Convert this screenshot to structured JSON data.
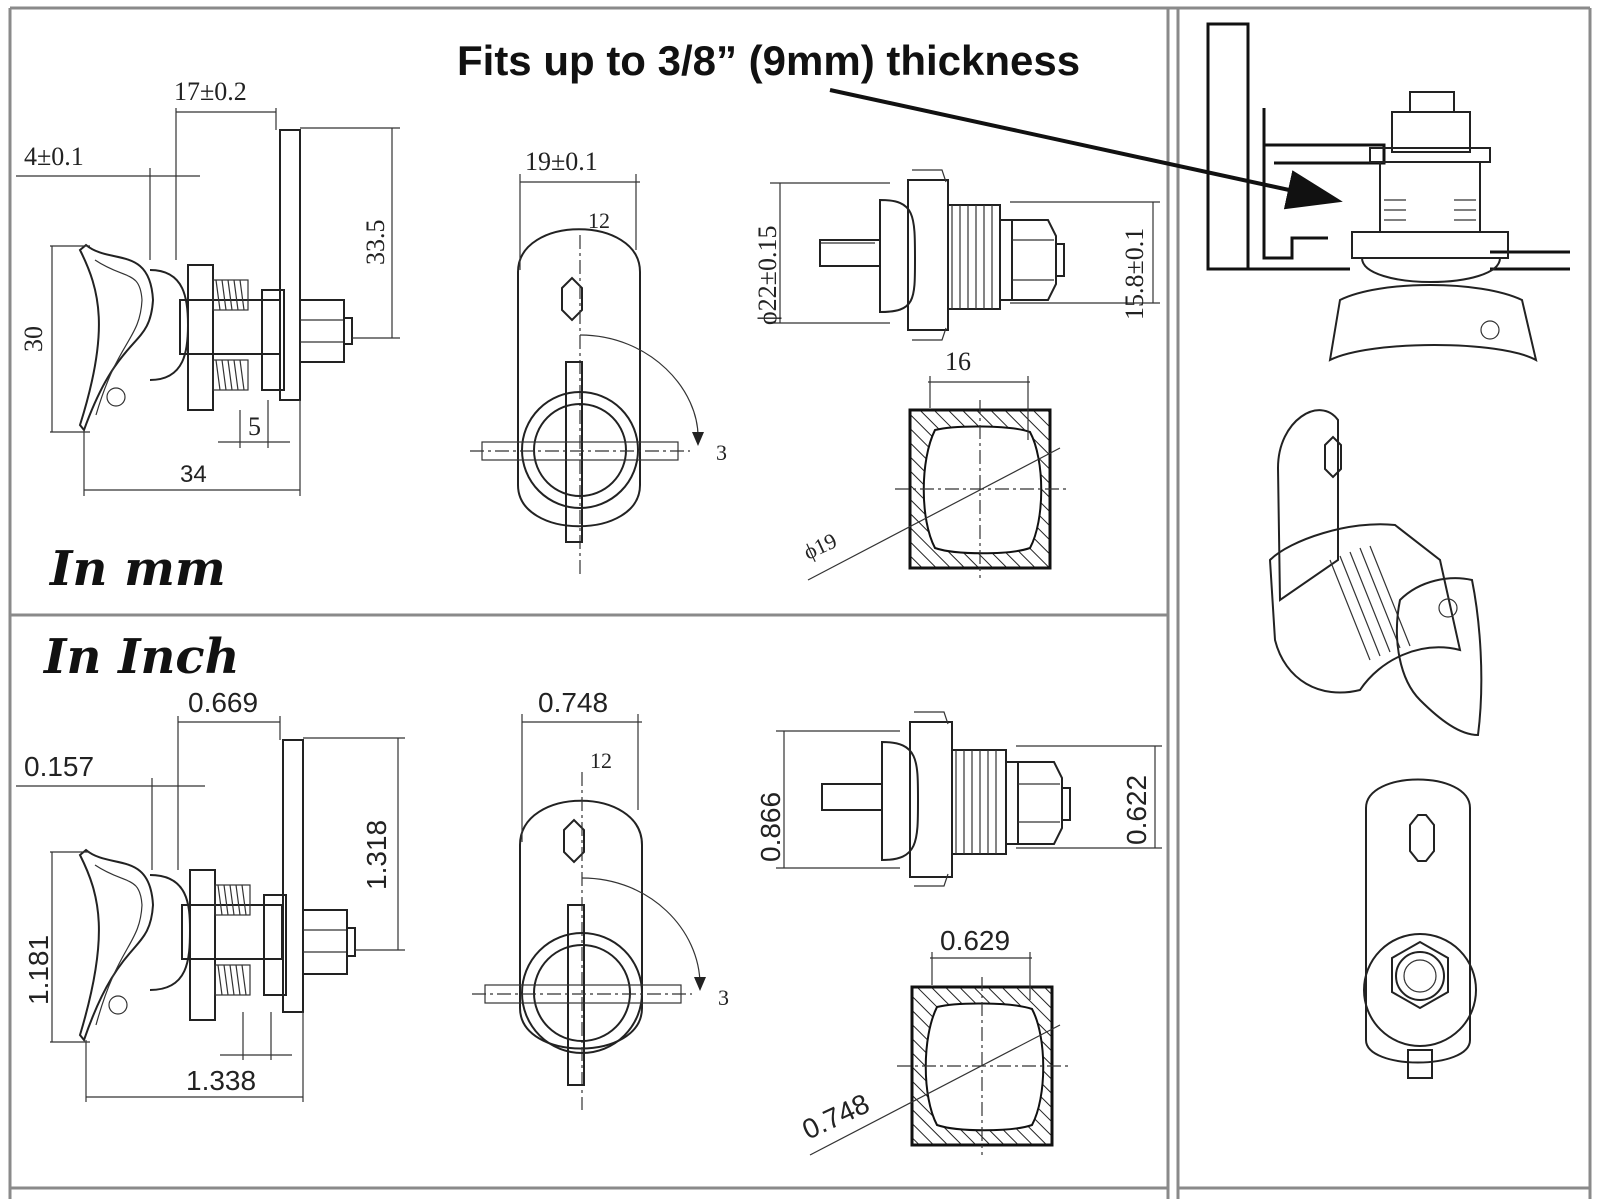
{
  "headline": "Fits up to 3/8” (9mm) thickness",
  "sections": {
    "mm_title": "In mm",
    "inch_title": "In Inch"
  },
  "mm": {
    "d_17": "17±0.2",
    "d_4": "4±0.1",
    "d_335": "33.5",
    "d_30": "30",
    "d_5": "5",
    "d_34": "34",
    "d_19tol": "19±0.1",
    "d_12": "12",
    "d_3": "3",
    "d_22": "ϕ22±0.15",
    "d_158": "15.8±0.1",
    "d_16": "16",
    "d_19dia": "ϕ19"
  },
  "inch": {
    "d_0669": "0.669",
    "d_0157": "0.157",
    "d_1318": "1.318",
    "d_1181": "1.181",
    "d_1338": "1.338",
    "d_0748a": "0.748",
    "d_12": "12",
    "d_3": "3",
    "d_0866": "0.866",
    "d_0622": "0.622",
    "d_0629": "0.629",
    "d_0748b": "0.748"
  }
}
